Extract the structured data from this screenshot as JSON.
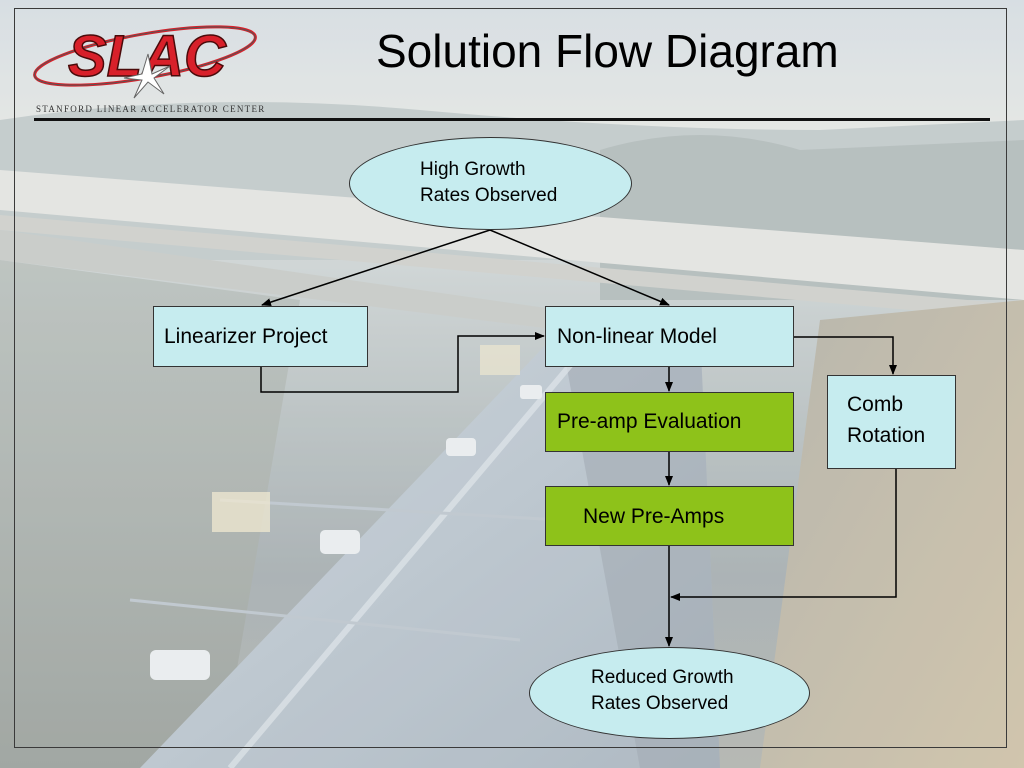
{
  "slide": {
    "title": "Solution Flow Diagram",
    "logo_text": "SLAC",
    "logo_subtitle": "Stanford Linear Accelerator Center"
  },
  "nodes": {
    "start": {
      "line1": "High Growth",
      "line2": "Rates Observed"
    },
    "linearizer": {
      "label": "Linearizer Project"
    },
    "nonlinear": {
      "label": "Non-linear Model"
    },
    "preamp_eval": {
      "label": "Pre-amp Evaluation"
    },
    "new_preamps": {
      "label": "New Pre-Amps"
    },
    "comb": {
      "line1": "Comb",
      "line2": "Rotation"
    },
    "end": {
      "line1": "Reduced Growth",
      "line2": "Rates Observed"
    }
  },
  "colors": {
    "cyan_fill": "#c6ecef",
    "green_fill": "#8ec21a",
    "logo_red": "#d8202a"
  }
}
